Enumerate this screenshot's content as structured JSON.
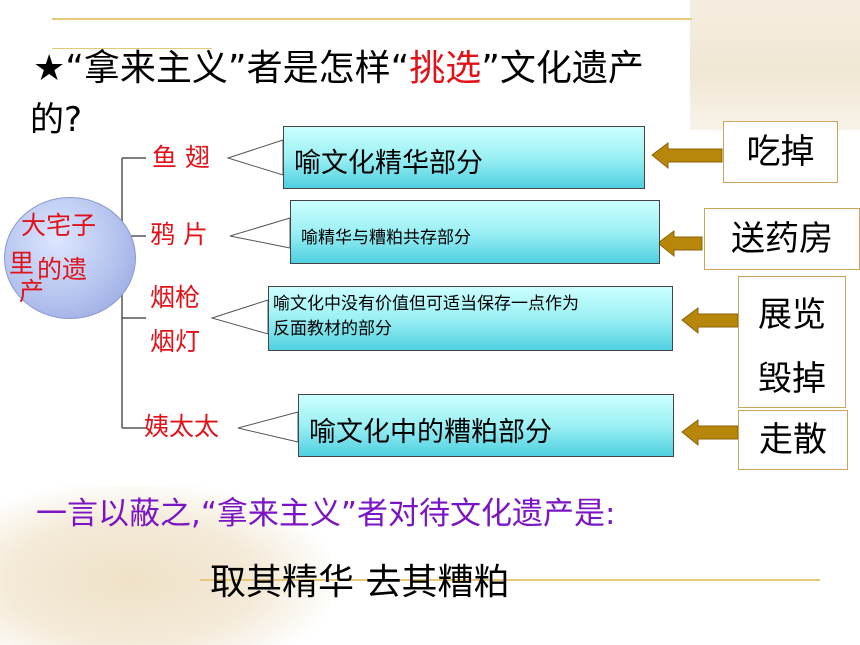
{
  "heading": {
    "star": "★",
    "open_q": "“拿来主义”者是怎样“",
    "accent": "挑选",
    "close_q": "”文化遗产",
    "line2": "的?"
  },
  "root": {
    "line1": "大宅子",
    "line2_a": "里",
    "line2_b": "的遗",
    "line3": "产"
  },
  "items": [
    {
      "label": "鱼 翅",
      "meaning": "喻文化精华部分",
      "answer": "吃掉"
    },
    {
      "label": "鸦 片",
      "meaning": "喻精华与糟粕共存部分",
      "answer": "送药房"
    },
    {
      "label_1": "烟枪",
      "label_2": "烟灯",
      "meaning_1": "喻文化中没有价值但可适当保存一点作为",
      "meaning_2": "反面教材的部分",
      "answer_1": "展览",
      "answer_2": "毁掉"
    },
    {
      "label": "姨太太",
      "meaning": "喻文化中的糟粕部分",
      "answer": "走散"
    }
  ],
  "summary": "一言以蔽之,“拿来主义”者对待文化遗产是:",
  "conclusion": "取其精华    去其糟粕",
  "colors": {
    "accent_red": "#e0131a",
    "purple": "#7b15c4",
    "arrow": "#b8860b",
    "box_top": "#ccffff",
    "box_bottom": "#4fd0e0"
  }
}
